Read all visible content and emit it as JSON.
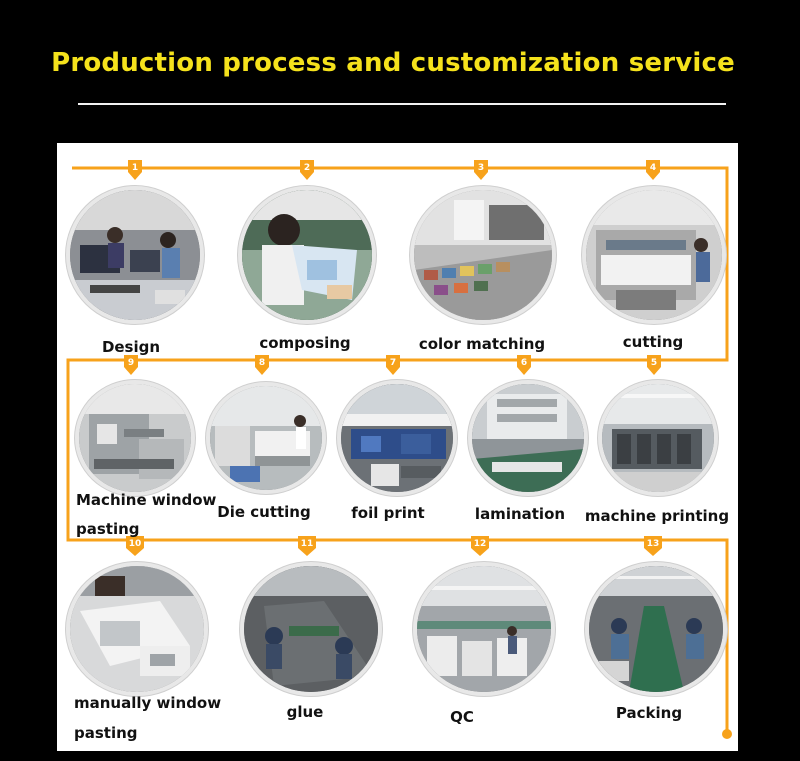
{
  "title": "Production process and customization service",
  "colors": {
    "title": "#f5e21c",
    "flow_line": "#f7a21b",
    "panel": "#ffffff",
    "background": "#000000"
  },
  "steps": [
    {
      "number": "1",
      "label": "Design",
      "photo": "design-office-photo"
    },
    {
      "number": "2",
      "label": "composing",
      "photo": "composing-photo"
    },
    {
      "number": "3",
      "label": "color matching",
      "photo": "color-matching-photo"
    },
    {
      "number": "4",
      "label": "cutting",
      "photo": "cutting-machine-photo"
    },
    {
      "number": "5",
      "label": "machine printing",
      "photo": "printing-press-photo"
    },
    {
      "number": "6",
      "label": "lamination",
      "photo": "lamination-photo"
    },
    {
      "number": "7",
      "label": "foil print",
      "photo": "foil-print-photo"
    },
    {
      "number": "8",
      "label": "Die cutting",
      "photo": "die-cutting-photo"
    },
    {
      "number": "9",
      "label_line1": "Machine window",
      "label_line2": "pasting",
      "photo": "window-pasting-machine-photo"
    },
    {
      "number": "10",
      "label_line1": "manually window",
      "label_line2": "pasting",
      "photo": "manual-window-pasting-photo"
    },
    {
      "number": "11",
      "label": "glue",
      "photo": "glue-line-photo"
    },
    {
      "number": "12",
      "label": "QC",
      "photo": "qc-warehouse-photo"
    },
    {
      "number": "13",
      "label": "Packing",
      "photo": "packing-line-photo"
    }
  ]
}
